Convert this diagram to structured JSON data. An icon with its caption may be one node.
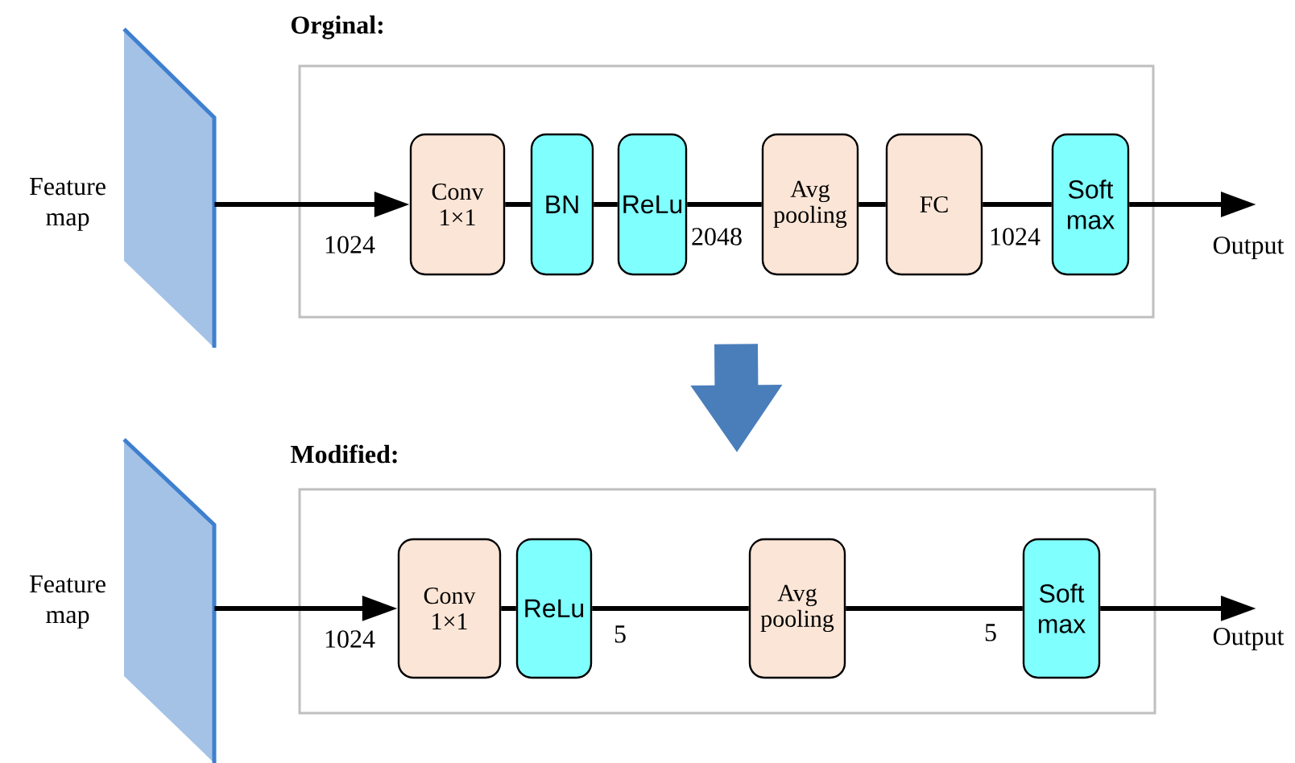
{
  "diagram": {
    "nodes": [
      {
        "text": [
          "Orginal:"
        ]
      },
      {
        "text": [],
        "shape": "box",
        "beside": [
          "Feature map"
        ]
      },
      {
        "text": [
          "Conv 1×1"
        ],
        "in": 0
      },
      {
        "text": [
          "BN"
        ],
        "in": 0
      },
      {
        "text": [
          "ReLu"
        ],
        "in": 0
      },
      {
        "text": [
          "Avg pooling"
        ],
        "in": 0
      },
      {
        "text": [
          "FC"
        ],
        "in": 0
      },
      {
        "text": [
          "Soft max"
        ],
        "in": 0
      },
      {
        "text": [
          "Output"
        ]
      },
      {
        "text": [
          "Modified:"
        ]
      },
      {
        "text": [],
        "shape": "box",
        "beside": [
          "Feature map"
        ]
      },
      {
        "text": [
          "Conv 1×1"
        ],
        "in": 9
      },
      {
        "text": [
          "ReLu"
        ],
        "in": 9
      },
      {
        "text": [
          "Avg pooling"
        ],
        "in": 9
      },
      {
        "text": [
          "Soft max"
        ],
        "in": 9
      },
      {
        "text": [
          "Output"
        ]
      }
    ],
    "edges": [
      {
        "from": 1,
        "to": 2,
        "arrow": "to",
        "label": "1024"
      },
      {
        "from": 2,
        "to": 3,
        "arrow": "none"
      },
      {
        "from": 3,
        "to": 4,
        "arrow": "none"
      },
      {
        "from": 4,
        "to": 5,
        "arrow": "none",
        "label": "2048"
      },
      {
        "from": 5,
        "to": 6,
        "arrow": "none"
      },
      {
        "from": 6,
        "to": 7,
        "arrow": "none",
        "label": "1024"
      },
      {
        "from": 7,
        "to": 8,
        "arrow": "to"
      },
      {
        "from": 0,
        "to": 9,
        "arrow": "to",
        "style": "thick",
        "color": "#4a7ebb"
      },
      {
        "from": 10,
        "to": 11,
        "arrow": "to",
        "label": "1024"
      },
      {
        "from": 11,
        "to": 12,
        "arrow": "none"
      },
      {
        "from": 12,
        "to": 13,
        "arrow": "none",
        "label": "5"
      },
      {
        "from": 13,
        "to": 14,
        "arrow": "none",
        "label": "5"
      },
      {
        "from": 14,
        "to": 15,
        "arrow": "to"
      }
    ]
  }
}
